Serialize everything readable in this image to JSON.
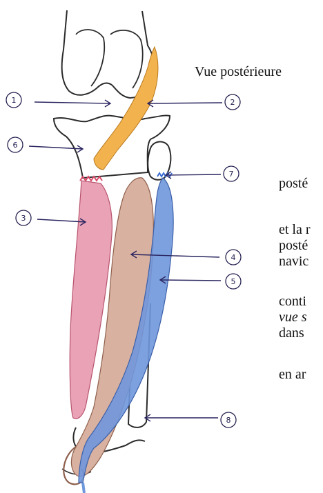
{
  "view_title": "Vue postérieure",
  "labels": [
    "1",
    "2",
    "3",
    "4",
    "5",
    "6",
    "7",
    "8"
  ],
  "side_text": [
    "posté",
    "et la r",
    "posté",
    "navic",
    "conti",
    "vue s",
    "dans",
    "en ar"
  ],
  "colors": {
    "outline": "#2b2b2b",
    "arrow": "#2a2560",
    "orange_muscle": "#f2b24e",
    "pink_muscle": "#e9a2b6",
    "tan_muscle": "#d9b1a0",
    "blue_muscle": "#6f97dc",
    "pink_fray": "#d94868",
    "blue_fray": "#3d6fd3"
  }
}
